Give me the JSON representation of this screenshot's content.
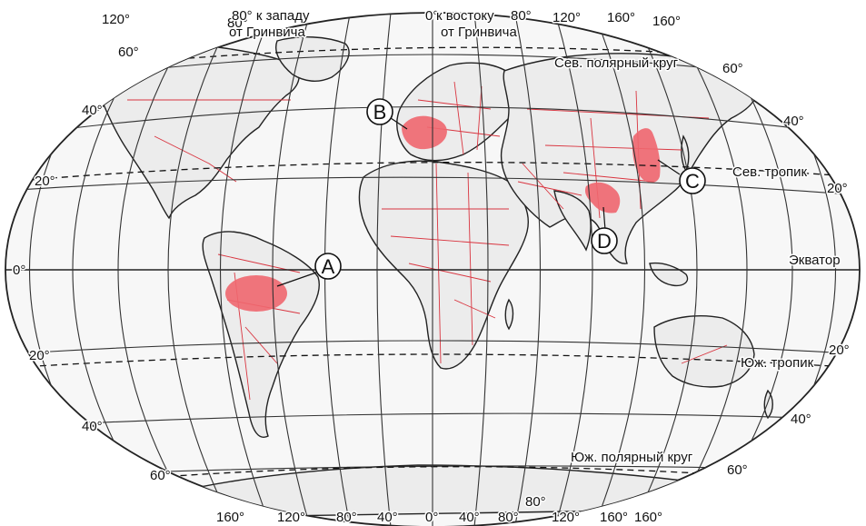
{
  "colors": {
    "background": "#ffffff",
    "land": "#ececec",
    "grid": "#333333",
    "coast": "#222222",
    "borders": "#d9343f",
    "highlight": "#f0676f"
  },
  "meridian_labels_top": {
    "w120": "120°",
    "w80": "80° к западу",
    "w80_2": "от Гринвича",
    "zero": "0°",
    "e_text": "к востоку",
    "e_text2": "от Гринвича",
    "e80": "80°",
    "e120": "120°",
    "e160": "160°",
    "e160b": "160°",
    "w_small": "80°"
  },
  "meridian_labels_bottom": {
    "w160": "160°",
    "w120": "120°",
    "w80": "80°",
    "w40": "40°",
    "zero": "0°",
    "e40": "40°",
    "e80": "80°",
    "e80b": "80°",
    "e120": "120°",
    "e160": "160°",
    "e160b": "160°"
  },
  "parallel_labels_left": {
    "p60": "60°",
    "p40": "40°",
    "p20": "20°",
    "p0": "0°",
    "m20": "20°",
    "m40": "40°",
    "m60": "60°"
  },
  "parallel_labels_right": {
    "p60": "60°",
    "p40": "40°",
    "p20": "20°",
    "m20": "20°",
    "m40": "40°",
    "m60": "60°"
  },
  "line_labels": {
    "arctic": "Сев. полярный круг",
    "tropic_n": "Сев. тропик",
    "equator": "Экватор",
    "tropic_s": "Юж. тропик",
    "antarctic": "Юж. полярный круг"
  },
  "markers": [
    {
      "letter": "A"
    },
    {
      "letter": "B"
    },
    {
      "letter": "C"
    },
    {
      "letter": "D"
    }
  ]
}
